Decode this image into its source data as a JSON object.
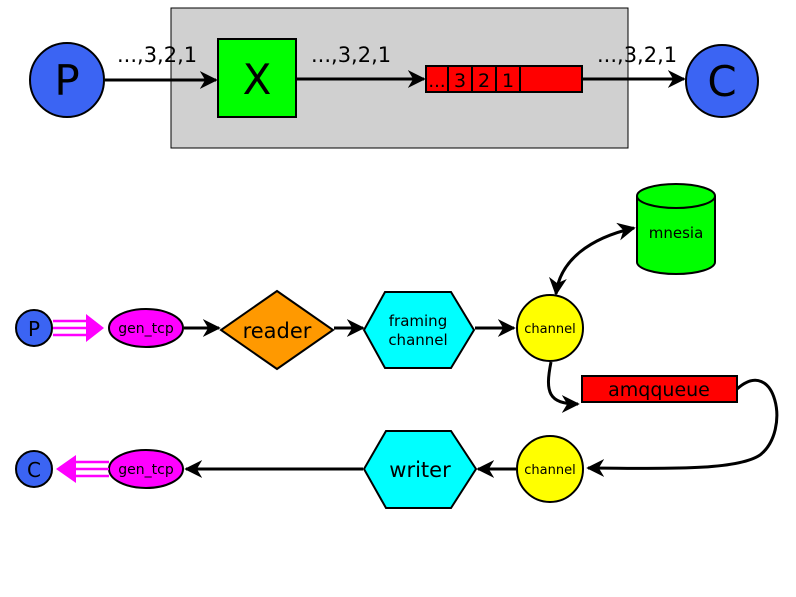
{
  "top": {
    "producer": "P",
    "exchange": "X",
    "consumer": "C",
    "flow_label_1": "...,3,2,1",
    "flow_label_2": "...,3,2,1",
    "flow_label_3": "...,3,2,1",
    "queue_cells": [
      "...",
      "3",
      "2",
      "1"
    ]
  },
  "bottom": {
    "producer": "P",
    "consumer": "C",
    "gen_tcp_in": "gen_tcp",
    "gen_tcp_out": "gen_tcp",
    "reader": "reader",
    "framing_line1": "framing",
    "framing_line2": "channel",
    "channel_top": "channel",
    "channel_bottom": "channel",
    "mnesia": "mnesia",
    "amqqueue": "amqqueue",
    "writer": "writer"
  },
  "colors": {
    "node_blue": "#3b64f3",
    "exchange_green": "#00ff00",
    "queue_red": "#ff0000",
    "gray_box": "#d0d0d0",
    "magenta": "#ff00ff",
    "orange": "#ff9900",
    "cyan": "#00ffff",
    "yellow": "#ffff00",
    "mnesia_green": "#00ff00"
  }
}
